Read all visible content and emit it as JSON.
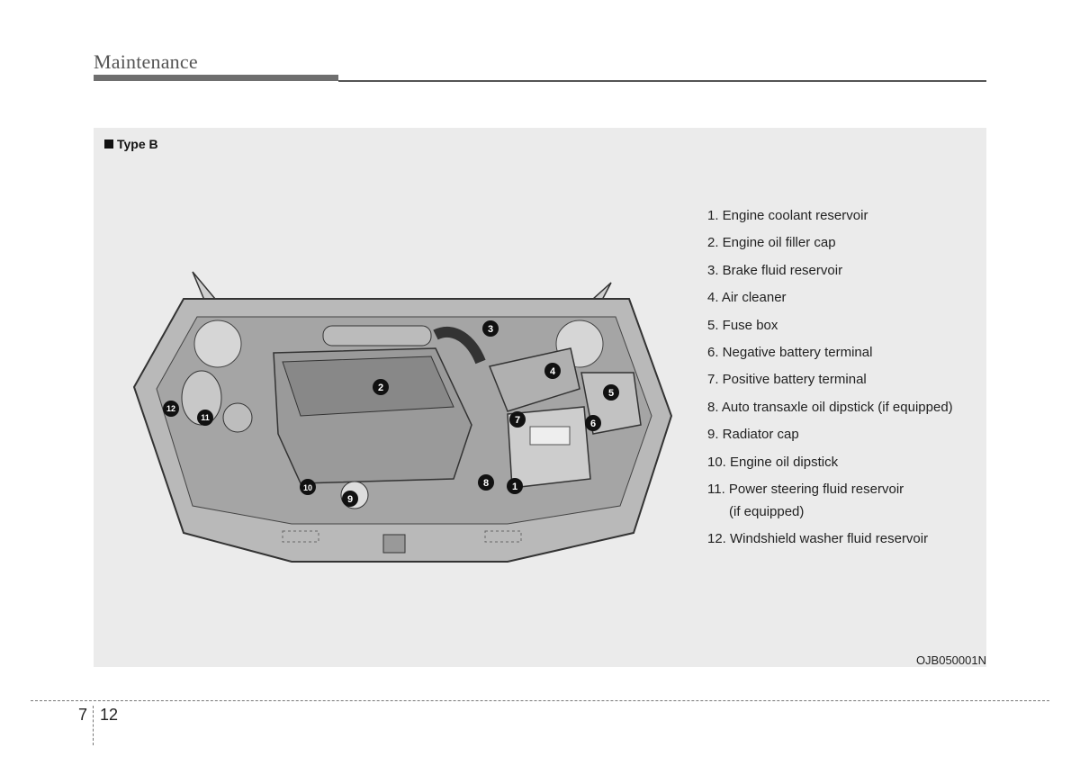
{
  "header": {
    "title": "Maintenance"
  },
  "section": {
    "label": "Type B"
  },
  "diagram": {
    "callouts": [
      "1",
      "2",
      "3",
      "4",
      "5",
      "6",
      "7",
      "8",
      "9",
      "10",
      "11",
      "12"
    ]
  },
  "legend": {
    "items": [
      "1. Engine coolant reservoir",
      "2. Engine oil filler cap",
      "3. Brake fluid reservoir",
      "4. Air cleaner",
      "5. Fuse box",
      "6. Negative battery terminal",
      "7. Positive battery terminal",
      "8. Auto transaxle oil dipstick (if equipped)",
      "9. Radiator cap",
      "10. Engine oil dipstick",
      "11. Power steering fluid reservoir",
      "12. Windshield washer fluid reservoir"
    ],
    "item_11_note": "(if equipped)"
  },
  "figure_code": "OJB050001N",
  "footer": {
    "chapter": "7",
    "page": "12"
  }
}
